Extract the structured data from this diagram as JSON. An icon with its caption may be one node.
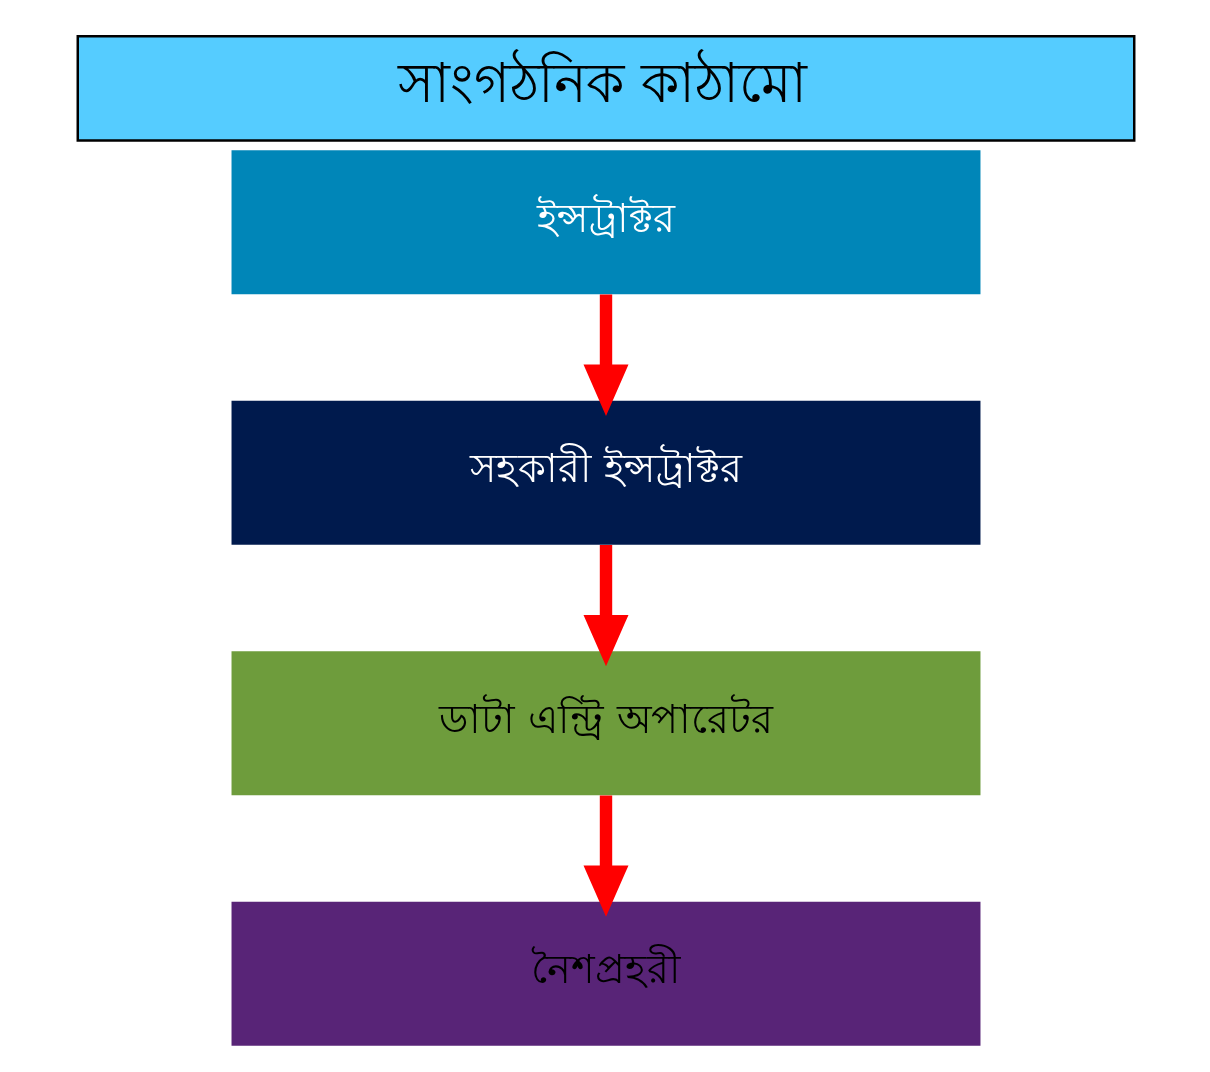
{
  "diagram": {
    "title": "সাংগঠনিক কাঠামো",
    "nodes": [
      {
        "text": [
          "ইন্সট্রাক্টর"
        ]
      },
      {
        "text": [
          "সহকারী ইন্সট্রাক্টর"
        ]
      },
      {
        "text": [
          "ডাটা এন্ট্রি অপারেটর"
        ]
      },
      {
        "text": [
          "নৈশপ্রহরী"
        ]
      }
    ],
    "edges": [
      {
        "from": 0,
        "to": 1,
        "arrow": "to"
      },
      {
        "from": 1,
        "to": 2,
        "arrow": "to"
      },
      {
        "from": 2,
        "to": 3,
        "arrow": "to"
      }
    ]
  }
}
